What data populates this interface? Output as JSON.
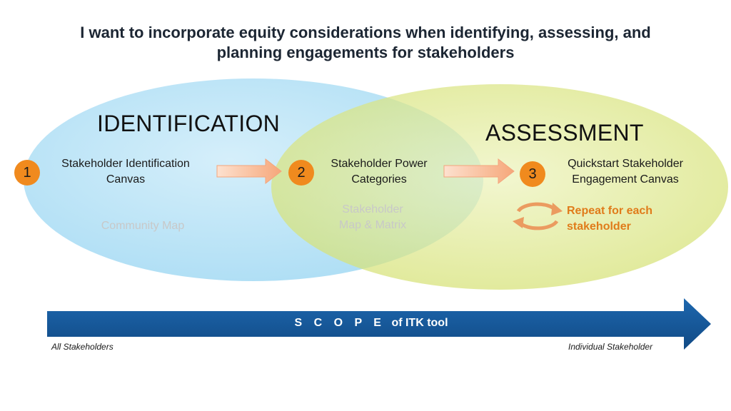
{
  "title": {
    "line1": "I want to incorporate equity considerations when identifying, assessing, and",
    "line2": "planning engagements for stakeholders"
  },
  "identification": {
    "heading": "IDENTIFICATION",
    "step_number": "1",
    "step_line1": "Stakeholder Identification",
    "step_line2": "Canvas",
    "faded_label": "Community Map"
  },
  "overlap": {
    "step_number": "2",
    "step_line1": "Stakeholder Power",
    "step_line2": "Categories",
    "faded_line1": "Stakeholder",
    "faded_line2": "Map & Matrix"
  },
  "assessment": {
    "heading": "ASSESSMENT",
    "step_number": "3",
    "step_line1": "Quickstart Stakeholder",
    "step_line2": "Engagement Canvas",
    "repeat_line1": "Repeat for each",
    "repeat_line2": "stakeholder"
  },
  "scope": {
    "spaced_word": "S C O P E",
    "rest": "of ITK tool",
    "left_end": "All Stakeholders",
    "right_end": "Individual Stakeholder"
  },
  "colors": {
    "identification_fill": "#bfe6f7",
    "assessment_fill": "#e3ec9a",
    "step_circle": "#f08a1e",
    "arrow_fill": "#f9b98f",
    "scope_arrow": "#15579a",
    "repeat_text": "#e07b1a"
  }
}
